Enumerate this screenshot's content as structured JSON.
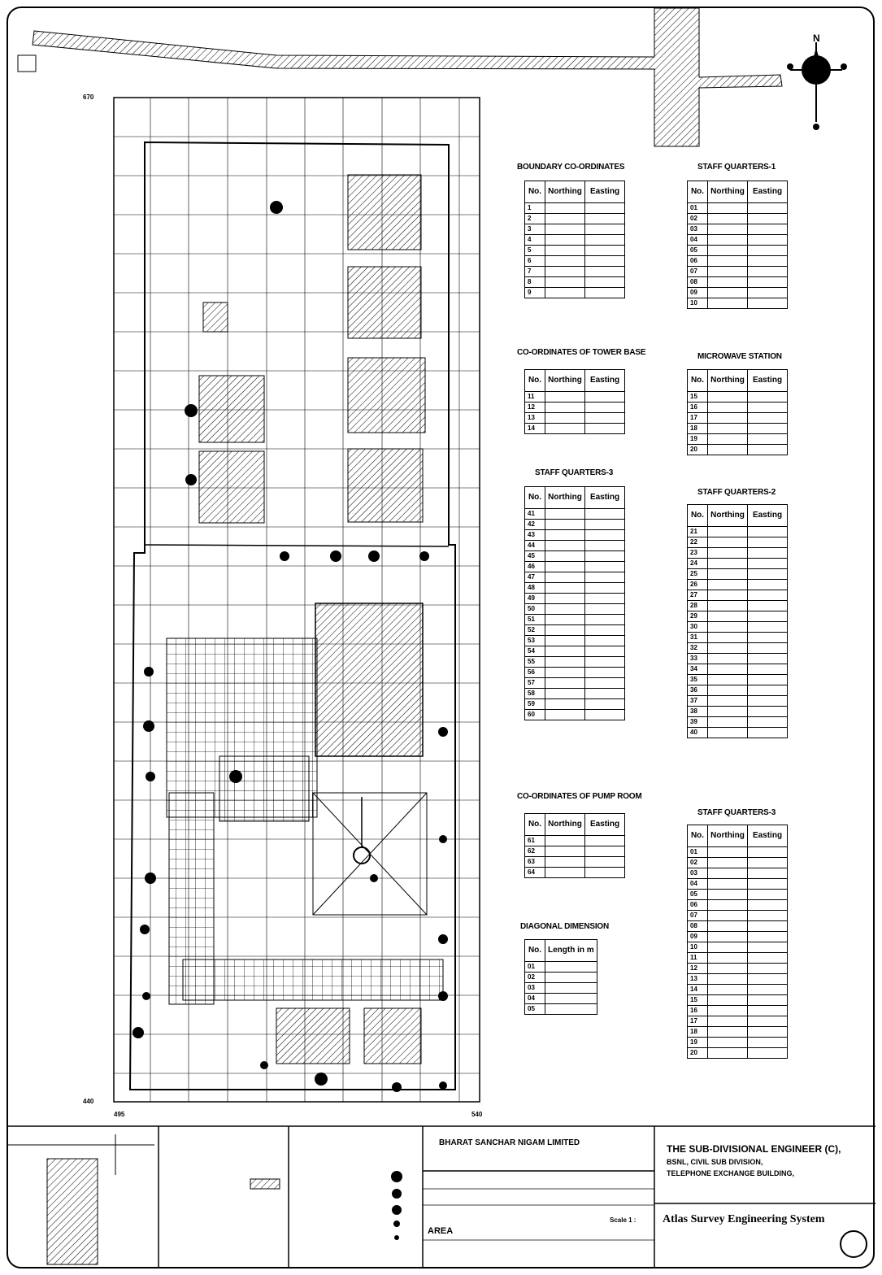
{
  "north_label": "N",
  "tables": [
    {
      "id": "boundary",
      "title": "BOUNDARY CO-ORDINATES",
      "header": [
        "No.",
        "Northing",
        "Easting"
      ],
      "rows": [
        [
          "1",
          "",
          ""
        ],
        [
          "2",
          "",
          ""
        ],
        [
          "3",
          "",
          ""
        ],
        [
          "4",
          "",
          ""
        ],
        [
          "5",
          "",
          ""
        ],
        [
          "6",
          "",
          ""
        ],
        [
          "7",
          "",
          ""
        ],
        [
          "8",
          "",
          ""
        ],
        [
          "9",
          "",
          ""
        ]
      ]
    },
    {
      "id": "tower",
      "title": "CO-ORDINATES OF TOWER BASE",
      "header": [
        "No.",
        "Northing",
        "Easting"
      ],
      "rows": [
        [
          "11",
          "",
          ""
        ],
        [
          "12",
          "",
          ""
        ],
        [
          "13",
          "",
          ""
        ],
        [
          "14",
          "",
          ""
        ]
      ]
    },
    {
      "id": "sq3",
      "title": "STAFF QUARTERS-3",
      "header": [
        "No.",
        "Northing",
        "Easting"
      ],
      "rows": [
        [
          "41",
          "",
          ""
        ],
        [
          "42",
          "",
          ""
        ],
        [
          "43",
          "",
          ""
        ],
        [
          "44",
          "",
          ""
        ],
        [
          "45",
          "",
          ""
        ],
        [
          "46",
          "",
          ""
        ],
        [
          "47",
          "",
          ""
        ],
        [
          "48",
          "",
          ""
        ],
        [
          "49",
          "",
          ""
        ],
        [
          "50",
          "",
          ""
        ],
        [
          "51",
          "",
          ""
        ],
        [
          "52",
          "",
          ""
        ],
        [
          "53",
          "",
          ""
        ],
        [
          "54",
          "",
          ""
        ],
        [
          "55",
          "",
          ""
        ],
        [
          "56",
          "",
          ""
        ],
        [
          "57",
          "",
          ""
        ],
        [
          "58",
          "",
          ""
        ],
        [
          "59",
          "",
          ""
        ],
        [
          "60",
          "",
          ""
        ]
      ]
    },
    {
      "id": "pump",
      "title": "CO-ORDINATES OF PUMP ROOM",
      "header": [
        "No.",
        "Northing",
        "Easting"
      ],
      "rows": [
        [
          "61",
          "",
          ""
        ],
        [
          "62",
          "",
          ""
        ],
        [
          "63",
          "",
          ""
        ],
        [
          "64",
          "",
          ""
        ]
      ]
    },
    {
      "id": "diag",
      "title": "DIAGONAL DIMENSION",
      "header": [
        "No.",
        "Length in m"
      ],
      "rows": [
        [
          "01",
          ""
        ],
        [
          "02",
          ""
        ],
        [
          "03",
          ""
        ],
        [
          "04",
          ""
        ],
        [
          "05",
          ""
        ]
      ]
    },
    {
      "id": "sq1",
      "title": "STAFF QUARTERS-1",
      "header": [
        "No.",
        "Northing",
        "Easting"
      ],
      "rows": [
        [
          "01",
          "",
          ""
        ],
        [
          "02",
          "",
          ""
        ],
        [
          "03",
          "",
          ""
        ],
        [
          "04",
          "",
          ""
        ],
        [
          "05",
          "",
          ""
        ],
        [
          "06",
          "",
          ""
        ],
        [
          "07",
          "",
          ""
        ],
        [
          "08",
          "",
          ""
        ],
        [
          "09",
          "",
          ""
        ],
        [
          "10",
          "",
          ""
        ]
      ]
    },
    {
      "id": "mw",
      "title": "MICROWAVE STATION",
      "header": [
        "No.",
        "Northing",
        "Easting"
      ],
      "rows": [
        [
          "15",
          "",
          ""
        ],
        [
          "16",
          "",
          ""
        ],
        [
          "17",
          "",
          ""
        ],
        [
          "18",
          "",
          ""
        ],
        [
          "19",
          "",
          ""
        ],
        [
          "20",
          "",
          ""
        ]
      ]
    },
    {
      "id": "sq2",
      "title": "STAFF QUARTERS-2",
      "header": [
        "No.",
        "Northing",
        "Easting"
      ],
      "rows": [
        [
          "21",
          "",
          ""
        ],
        [
          "22",
          "",
          ""
        ],
        [
          "23",
          "",
          ""
        ],
        [
          "24",
          "",
          ""
        ],
        [
          "25",
          "",
          ""
        ],
        [
          "26",
          "",
          ""
        ],
        [
          "27",
          "",
          ""
        ],
        [
          "28",
          "",
          ""
        ],
        [
          "29",
          "",
          ""
        ],
        [
          "30",
          "",
          ""
        ],
        [
          "31",
          "",
          ""
        ],
        [
          "32",
          "",
          ""
        ],
        [
          "33",
          "",
          ""
        ],
        [
          "34",
          "",
          ""
        ],
        [
          "35",
          "",
          ""
        ],
        [
          "36",
          "",
          ""
        ],
        [
          "37",
          "",
          ""
        ],
        [
          "38",
          "",
          ""
        ],
        [
          "39",
          "",
          ""
        ],
        [
          "40",
          "",
          ""
        ]
      ]
    },
    {
      "id": "sq4",
      "title": "STAFF QUARTERS-3",
      "header": [
        "No.",
        "Northing",
        "Easting"
      ],
      "rows": [
        [
          "01",
          "",
          ""
        ],
        [
          "02",
          "",
          ""
        ],
        [
          "03",
          "",
          ""
        ],
        [
          "04",
          "",
          ""
        ],
        [
          "05",
          "",
          ""
        ],
        [
          "06",
          "",
          ""
        ],
        [
          "07",
          "",
          ""
        ],
        [
          "08",
          "",
          ""
        ],
        [
          "09",
          "",
          ""
        ],
        [
          "10",
          "",
          ""
        ],
        [
          "11",
          "",
          ""
        ],
        [
          "12",
          "",
          ""
        ],
        [
          "13",
          "",
          ""
        ],
        [
          "14",
          "",
          ""
        ],
        [
          "15",
          "",
          ""
        ],
        [
          "16",
          "",
          ""
        ],
        [
          "17",
          "",
          ""
        ],
        [
          "18",
          "",
          ""
        ],
        [
          "19",
          "",
          ""
        ],
        [
          "20",
          "",
          ""
        ]
      ]
    }
  ],
  "title_block": {
    "company": "BHARAT SANCHAR NIGAM LIMITED",
    "client_line1": "THE SUB-DIVISIONAL ENGINEER (C),",
    "client_line2": "BSNL, CIVIL SUB DIVISION,",
    "client_line3": "TELEPHONE EXCHANGE BUILDING,",
    "surveyor": "Atlas Survey Engineering System",
    "area_label": "AREA",
    "scale_label": "Scale 1 :"
  }
}
